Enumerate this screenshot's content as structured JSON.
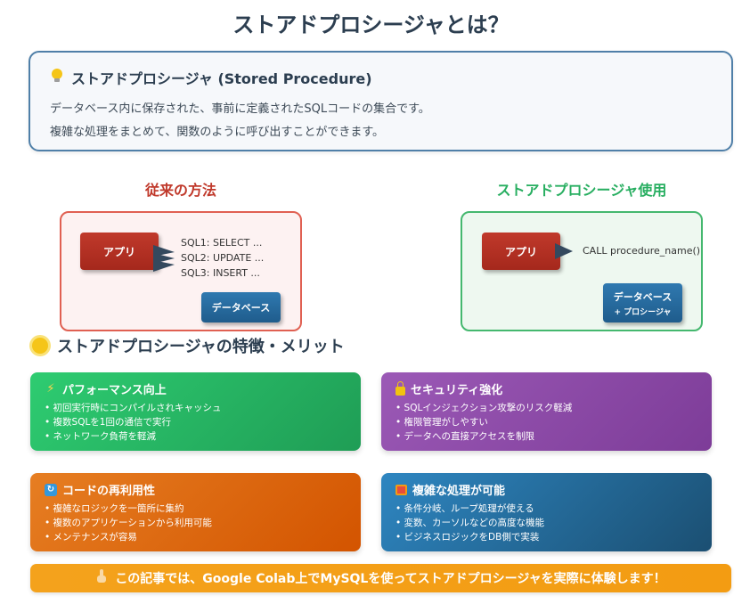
{
  "title": "ストアドプロシージャとは？",
  "definition": {
    "icon": "lightbulb-icon",
    "heading": "ストアドプロシージャ (Stored Procedure)",
    "line1": "データベース内に保存された、事前に定義されたSQLコードの集合です。",
    "line2": "複雑な処理をまとめて、関数のように呼び出すことができます。"
  },
  "traditional": {
    "title": "従来の方法",
    "app_label": "アプリ",
    "sql_lines": [
      "SQL1: SELECT ...",
      "SQL2: UPDATE ...",
      "SQL3: INSERT ..."
    ],
    "db_label": "データベース"
  },
  "procedure": {
    "title": "ストアドプロシージャ使用",
    "app_label": "アプリ",
    "call_text": "CALL procedure_name()",
    "db_label": "データベース",
    "db_sublabel": "+ プロシージャ"
  },
  "features": {
    "heading": "ストアドプロシージャの特徴・メリット",
    "cards": [
      {
        "icon": "lightning-icon",
        "title": "パフォーマンス向上",
        "items": [
          "• 初回実行時にコンパイルされキャッシュ",
          "• 複数SQLを1回の通信で実行",
          "• ネットワーク負荷を軽減"
        ]
      },
      {
        "icon": "lock-icon",
        "title": "セキュリティ強化",
        "items": [
          "• SQLインジェクション攻撃のリスク軽減",
          "• 権限管理がしやすい",
          "• データへの直接アクセスを制限"
        ]
      },
      {
        "icon": "recycle-icon",
        "title": "コードの再利用性",
        "items": [
          "• 複雑なロジックを一箇所に集約",
          "• 複数のアプリケーションから利用可能",
          "• メンテナンスが容易"
        ]
      },
      {
        "icon": "abacus-icon",
        "title": "複雑な処理が可能",
        "items": [
          "• 条件分岐、ループ処理が使える",
          "• 変数、カーソルなどの高度な機能",
          "• ビジネスロジックをDB側で実装"
        ]
      }
    ]
  },
  "banner": {
    "icon": "pointing-hand-icon",
    "text": "この記事では、Google Colab上でMySQLを使ってストアドプロシージャを実際に体験します！"
  },
  "colors": {
    "red": "#c0392b",
    "green": "#27ae60",
    "blue": "#2e86c1",
    "purple": "#8e44ad",
    "orange": "#e67e22",
    "banner": "#f39c12"
  }
}
